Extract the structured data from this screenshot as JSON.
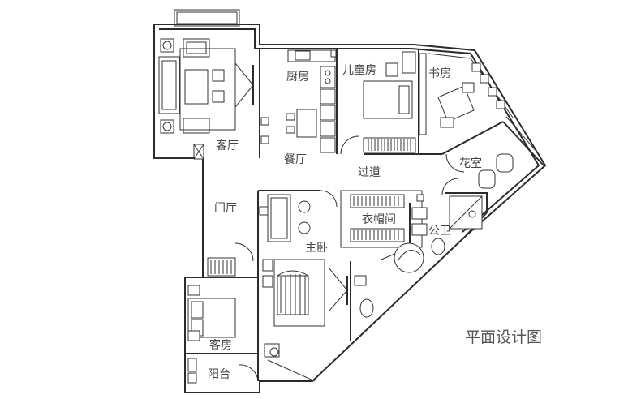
{
  "plan": {
    "title": "平面设计图",
    "rooms": {
      "living": "客厅",
      "kitchen": "厨房",
      "dining": "餐厅",
      "kids": "儿童房",
      "study": "书房",
      "corridor": "过道",
      "flower": "花室",
      "entrance": "门厅",
      "wardrobe": "衣帽间",
      "bathroom": "公卫",
      "master": "主卧",
      "guest": "客房",
      "balcony": "阳台"
    }
  }
}
